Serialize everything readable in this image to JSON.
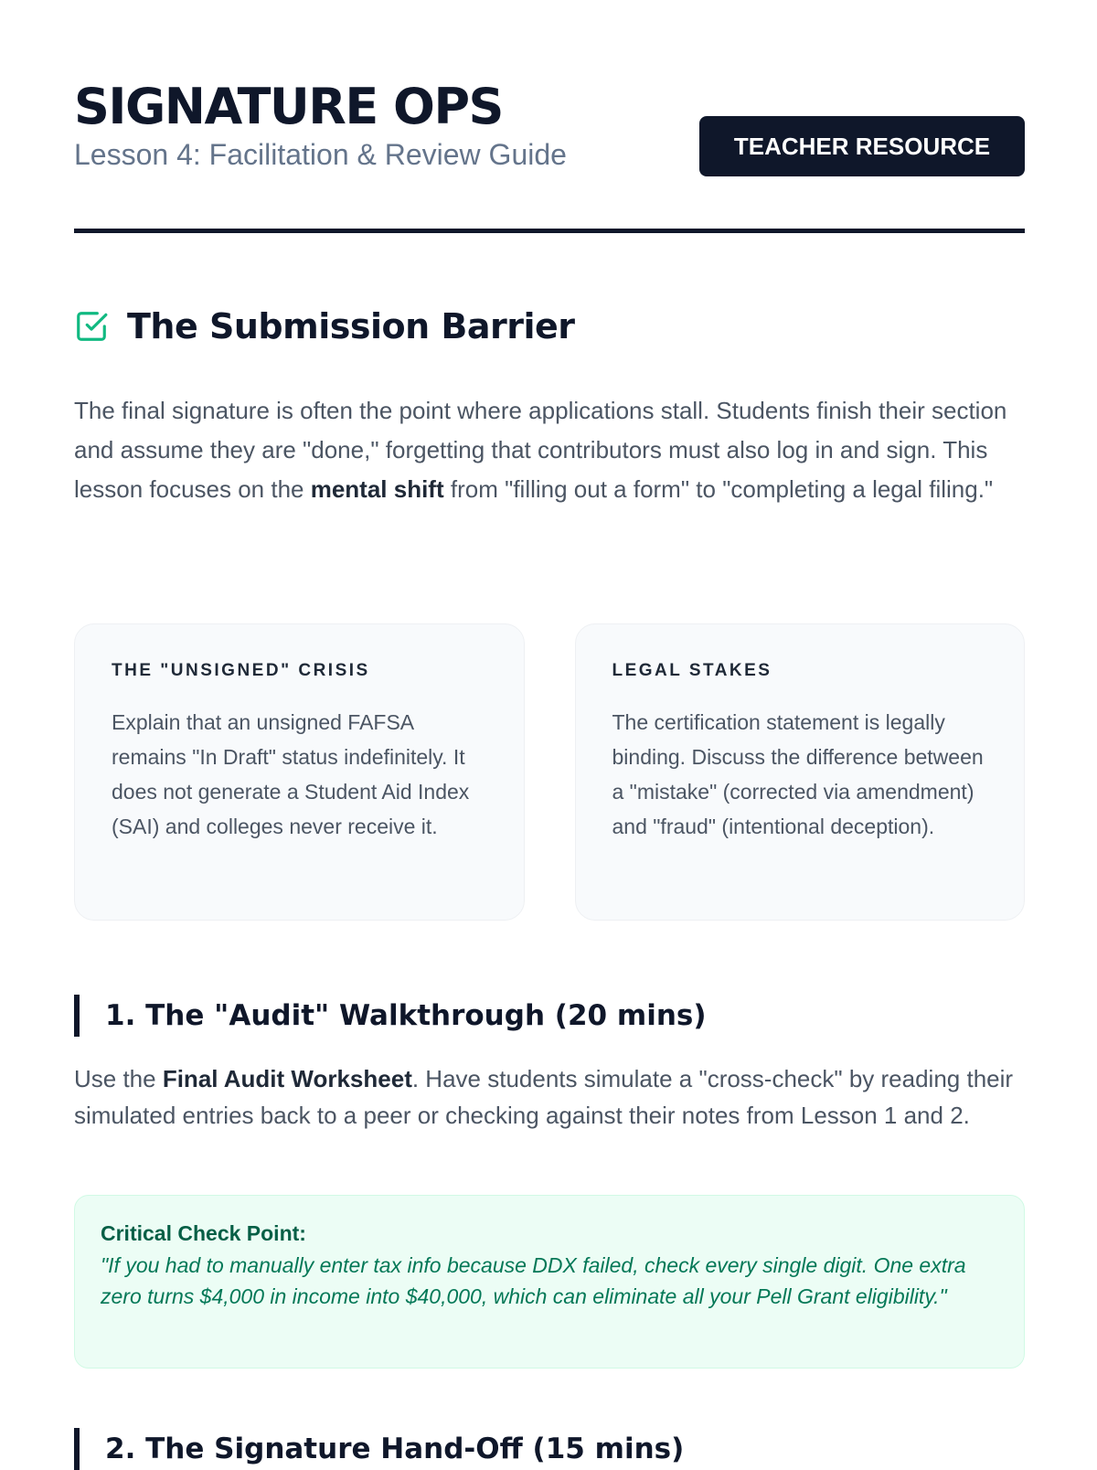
{
  "header": {
    "title": "SIGNATURE OPS",
    "subtitle": "Lesson 4: Facilitation & Review Guide",
    "badge": "TEACHER RESOURCE"
  },
  "section": {
    "icon": "checkbox-icon",
    "title": "The Submission Barrier",
    "intro_a": "The final signature is often the point where applications stall. Students finish their section and assume they are \"done,\" forgetting that contributors must also log in and sign. This lesson focuses on the ",
    "intro_bold": "mental shift",
    "intro_b": " from \"filling out a form\" to \"completing a legal filing.\""
  },
  "cards": [
    {
      "title": "THE \"UNSIGNED\" CRISIS",
      "body": "Explain that an unsigned FAFSA remains \"In Draft\" status indefinitely. It does not generate a Student Aid Index (SAI) and colleges never receive it."
    },
    {
      "title": "LEGAL STAKES",
      "body": "The certification statement is legally binding. Discuss the difference between a \"mistake\" (corrected via amendment) and \"fraud\" (intentional deception)."
    }
  ],
  "step1": {
    "title": "1. The \"Audit\" Walkthrough (20 mins)",
    "text_a": "Use the ",
    "text_bold": "Final Audit Worksheet",
    "text_b": ". Have students simulate a \"cross-check\" by reading their simulated entries back to a peer or checking against their notes from Lesson 1 and 2."
  },
  "callout": {
    "label": "Critical Check Point:",
    "quote": "\"If you had to manually enter tax info because DDX failed, check every single digit. One extra zero turns $4,000 in income into $40,000, which can eliminate all your Pell Grant eligibility.\""
  },
  "step2": {
    "title": "2. The Signature Hand-Off (15 mins)"
  }
}
